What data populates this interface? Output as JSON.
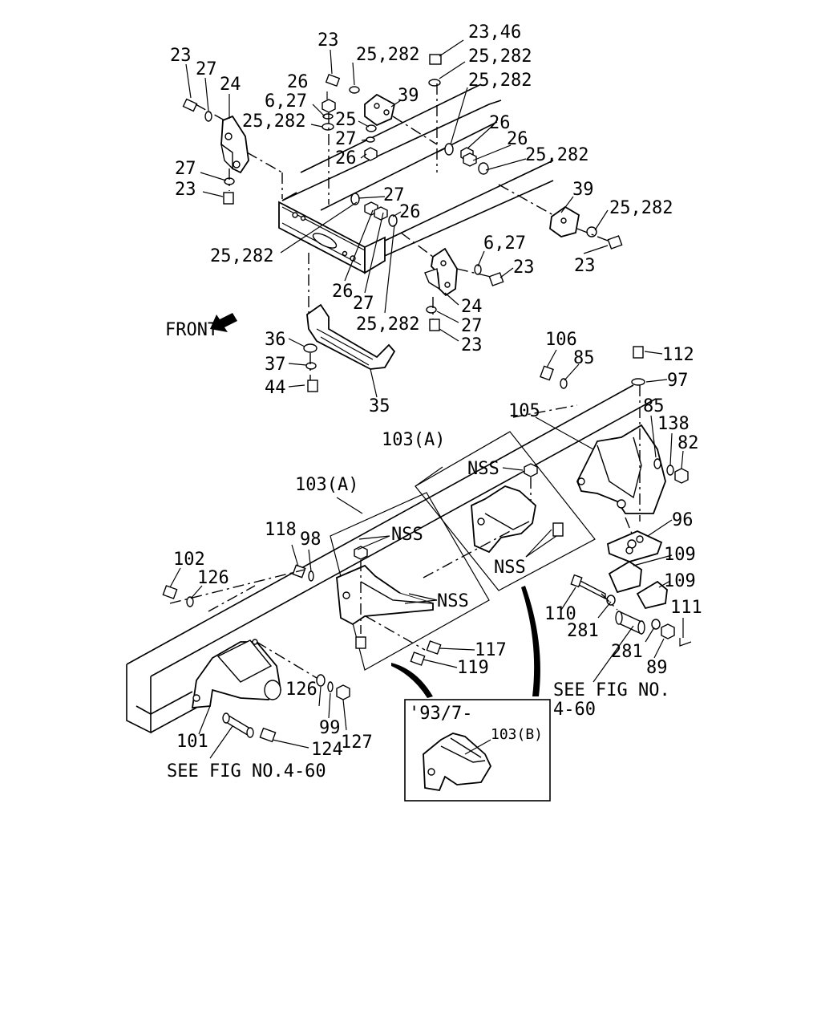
{
  "callouts": {
    "c23_a": "23",
    "c27_a": "27",
    "c24_a": "24",
    "c23_b": "23",
    "c25_282_a": "25,282",
    "c23_46": "23,46",
    "c25_282_b": "25,282",
    "c26_a": "26",
    "c6_27_a": "6,27",
    "c25_282_c": "25,282",
    "c39_a": "39",
    "c25_282_d": "25,282",
    "c25_a": "25",
    "c27_b": "27",
    "c26_b": "26",
    "c26_c": "26",
    "c26_d": "26",
    "c25_282_e": "25,282",
    "c27_c": "27",
    "c23_c": "23",
    "c27_d": "27",
    "c26_e": "26",
    "c39_b": "39",
    "c25_282_f": "25,282",
    "c25_282_g": "25,282",
    "c6_27_b": "6,27",
    "c23_d": "23",
    "c23_e": "23",
    "c26_f": "26",
    "c27_e": "27",
    "c24_b": "24",
    "c25_282_h": "25,282",
    "c27_f": "27",
    "c23_f": "23",
    "c36": "36",
    "c37": "37",
    "c44": "44",
    "c35": "35",
    "c106": "106",
    "c85_a": "85",
    "c112": "112",
    "c97": "97",
    "c105": "105",
    "c85_b": "85",
    "c138": "138",
    "c82": "82",
    "c103a_a": "103(A)",
    "c103a_b": "103(A)",
    "nss_a": "NSS",
    "nss_b": "NSS",
    "nss_c": "NSS",
    "nss_d": "NSS",
    "c96": "96",
    "c109_a": "109",
    "c109_b": "109",
    "c118": "118",
    "c98": "98",
    "c102": "102",
    "c126_a": "126",
    "c110": "110",
    "c281_a": "281",
    "c111": "111",
    "c281_b": "281",
    "c117": "117",
    "c119": "119",
    "c89": "89",
    "c126_b": "126",
    "c99": "99",
    "c127": "127",
    "c101": "101",
    "c124": "124",
    "c103b": "103(B)"
  },
  "notes": {
    "front": "FRONT",
    "see_fig_right_1": "SEE FIG NO.",
    "see_fig_right_2": "4-60",
    "see_fig_left": "SEE FIG NO.4-60",
    "inset_date": "'93/7-"
  },
  "icons": {
    "front_arrow": "arrow-left-down-icon"
  }
}
